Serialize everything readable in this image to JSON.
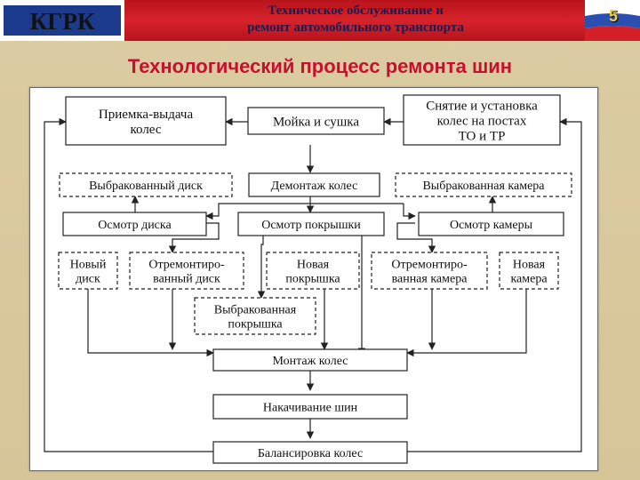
{
  "header": {
    "logo_text": "КГРК",
    "title_line1": "Техническое обслуживание и",
    "title_line2": "ремонт автомобильного транспорта",
    "page_number": "5"
  },
  "slide_title": "Технологический процесс ремонта шин",
  "diagram": {
    "nodes": {
      "reception": [
        "Приемка-выдача",
        "колес"
      ],
      "washing": [
        "Мойка и сушка"
      ],
      "removal": [
        "Снятие и установка",
        "колес на постах",
        "ТО и ТР"
      ],
      "rejected_disk": [
        "Выбракованный диск"
      ],
      "dismount": [
        "Демонтаж колес"
      ],
      "rejected_tube": [
        "Выбракованная камера"
      ],
      "disk_inspect": [
        "Осмотр диска"
      ],
      "tire_inspect": [
        "Осмотр покрышки"
      ],
      "tube_inspect": [
        "Осмотр камеры"
      ],
      "new_disk": [
        "Новый",
        "диск"
      ],
      "repaired_disk": [
        "Отремонтиро-",
        "ванный диск"
      ],
      "new_tire": [
        "Новая",
        "покрышка"
      ],
      "repaired_tube": [
        "Отремонтиро-",
        "ванная камера"
      ],
      "new_tube": [
        "Новая",
        "камера"
      ],
      "rejected_tire": [
        "Выбракованная",
        "покрышка"
      ],
      "mounting": [
        "Монтаж колес"
      ],
      "inflation": [
        "Накачивание шин"
      ],
      "balancing": [
        "Балансировка колес"
      ]
    }
  }
}
